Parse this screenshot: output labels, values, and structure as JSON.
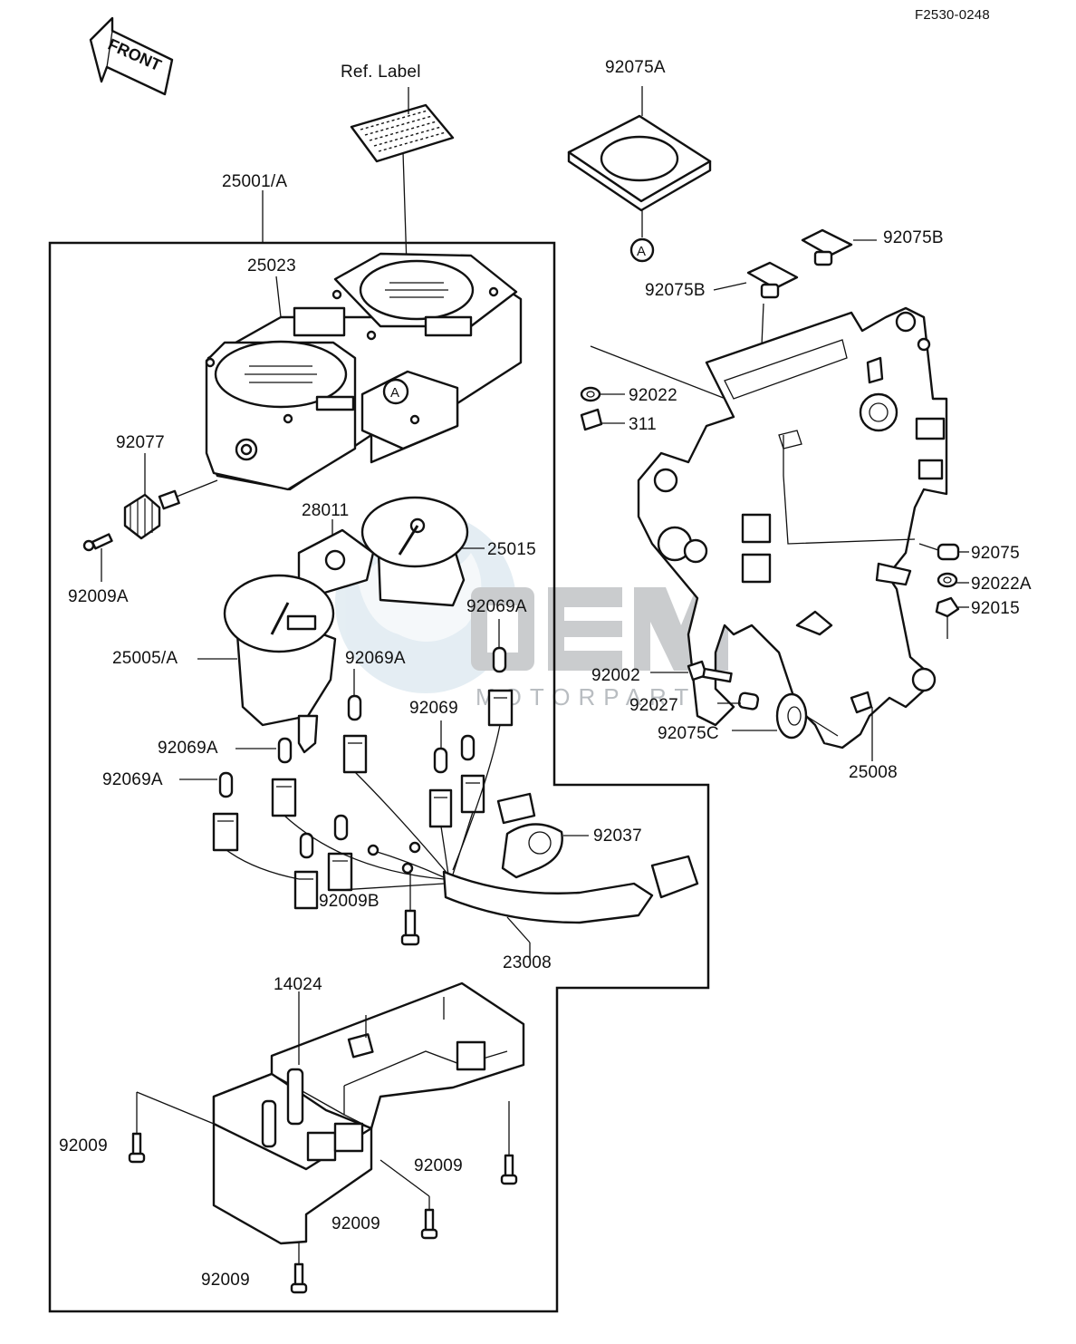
{
  "diagram_code": "F2530-0248",
  "front_arrow": "FRONT",
  "ref_label": "Ref. Label",
  "circle_marker": "A",
  "watermark": {
    "brand": "OEM",
    "sub": "MOTORPARTS"
  },
  "part_labels": {
    "p25001A": "25001/A",
    "p25023": "25023",
    "p92077": "92077",
    "p92009A": "92009A",
    "p28011": "28011",
    "p25015": "25015",
    "p25005A": "25005/A",
    "p92069A_1": "92069A",
    "p92069A_2": "92069A",
    "p92069A_3": "92069A",
    "p92069A_4": "92069A",
    "p92069": "92069",
    "p92037": "92037",
    "p92009B": "92009B",
    "p23008": "23008",
    "p14024": "14024",
    "p92009_1": "92009",
    "p92009_2": "92009",
    "p92009_3": "92009",
    "p92009_4": "92009",
    "p92075A": "92075A",
    "p92075B_1": "92075B",
    "p92075B_2": "92075B",
    "p92022": "92022",
    "p311": "311",
    "p92075": "92075",
    "p92022A": "92022A",
    "p92015": "92015",
    "p92002": "92002",
    "p92027": "92027",
    "p92075C": "92075C",
    "p25008": "25008"
  }
}
